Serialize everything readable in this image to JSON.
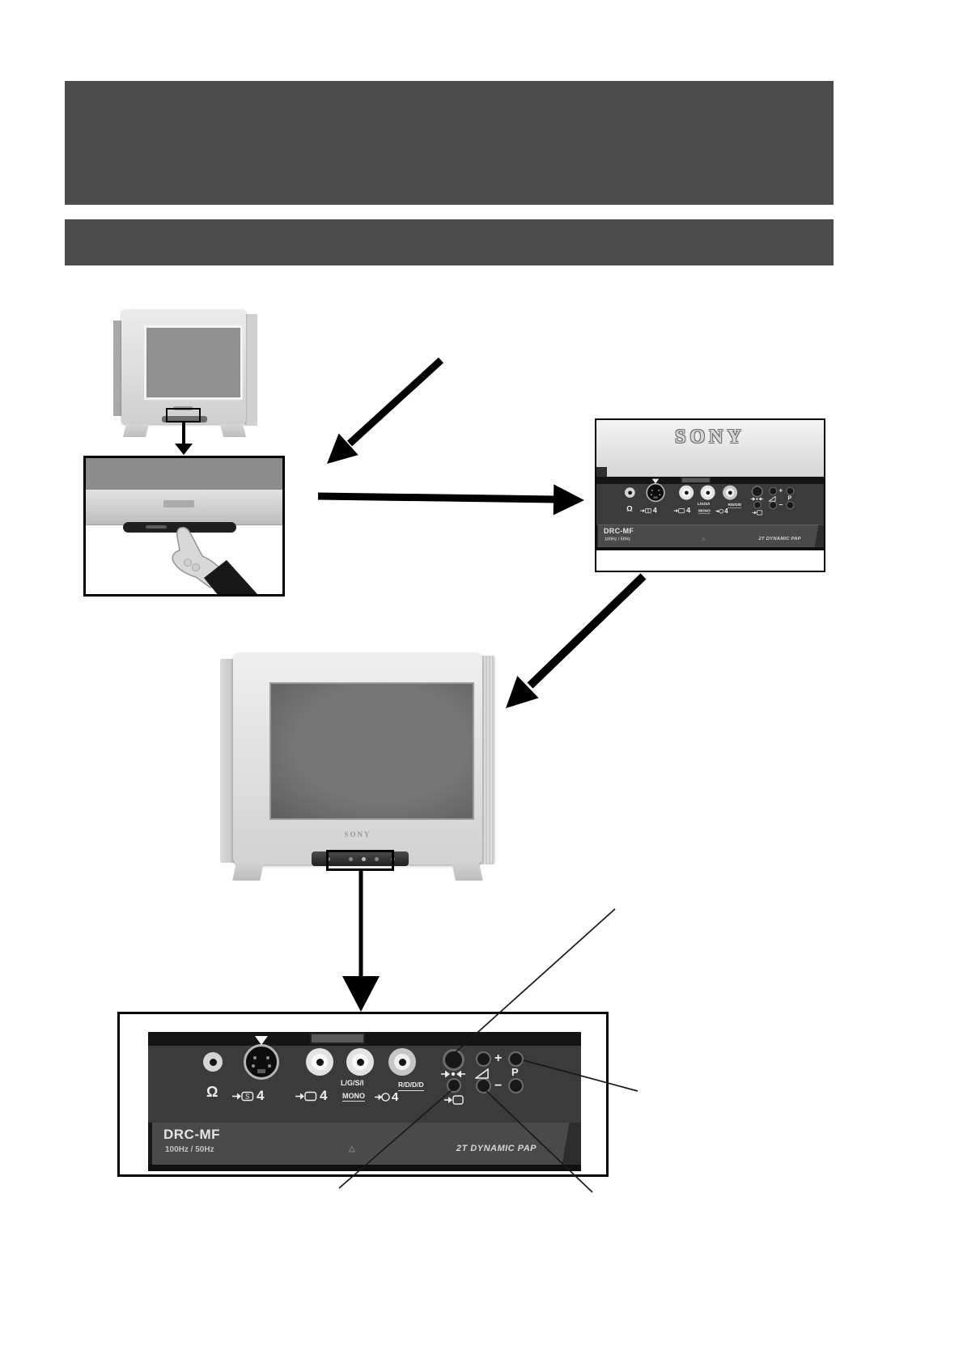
{
  "page": {
    "background": "#ffffff"
  },
  "banners": {
    "title_block_color": "#4c4c4c",
    "subtitle_block_color": "#4c4c4c"
  },
  "brand": {
    "logo": "SONY",
    "tv_chin_logo": "SONY"
  },
  "panel": {
    "model": "DRC-MF",
    "frequency": "100Hz / 50Hz",
    "feature": "2T DYNAMIC PAP",
    "headphone_glyph": "Ω",
    "svideo_letter": "S",
    "svideo_number": "4",
    "video_number": "4",
    "audio_left_line1": "L/G/S/I",
    "audio_left_line2": "MONO",
    "audio_number": "4",
    "audio_right": "R/D/D/D",
    "volume_plus": "+",
    "volume_minus": "−",
    "program_label": "P",
    "eject_glyph": "△"
  }
}
